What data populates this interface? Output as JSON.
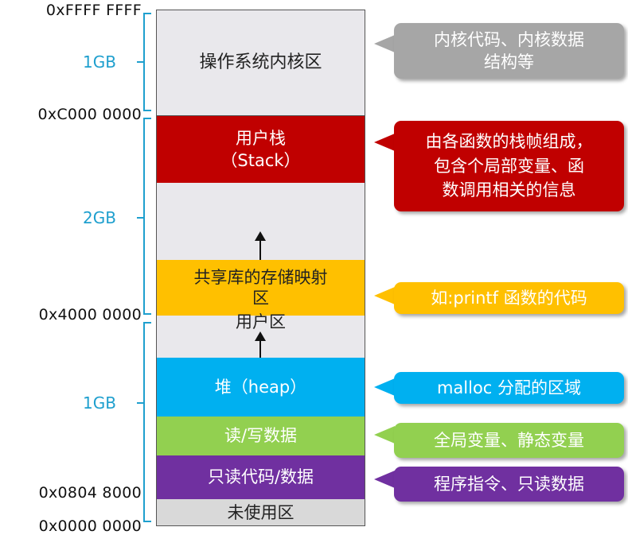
{
  "addresses": {
    "top": "0xFFFF FFFF",
    "kernel_base": "0xC000 0000",
    "shared_base": "0x4000 0000",
    "code_base": "0x0804 8000",
    "zero": "0x0000 0000"
  },
  "sizes": {
    "kernel": "1GB",
    "upper_user": "2GB",
    "lower_user": "1GB"
  },
  "segments": {
    "kernel": "操作系统内核区",
    "stack_line1": "用户栈",
    "stack_line2": "（Stack）",
    "shared_line1": "共享库的存储映射",
    "shared_line2": "区",
    "user_area": "用户区",
    "heap": "堆（heap）",
    "rw_data": "读/写数据",
    "ro_code": "只读代码/数据",
    "unused": "未使用区"
  },
  "callouts": {
    "kernel_line1": "内核代码、内核数据",
    "kernel_line2": "结构等",
    "stack_line1": "由各函数的栈帧组成，",
    "stack_line2": "包含个局部变量、函",
    "stack_line3": "数调用相关的信息",
    "shared": "如:printf 函数的代码",
    "heap": "malloc 分配的区域",
    "rw_data": "全局变量、静态变量",
    "ro_code": "程序指令、只读数据"
  },
  "colors": {
    "kernel": "#e9e8ec",
    "stack": "#c00000",
    "gap": "#e9e8ec",
    "shared": "#ffc000",
    "heap": "#00b0f0",
    "rw_data": "#92d050",
    "ro_code": "#7030a0",
    "unused": "#d9d9d9",
    "brace": "#1e9fce",
    "callout_kernel": "#a6a6a6"
  }
}
